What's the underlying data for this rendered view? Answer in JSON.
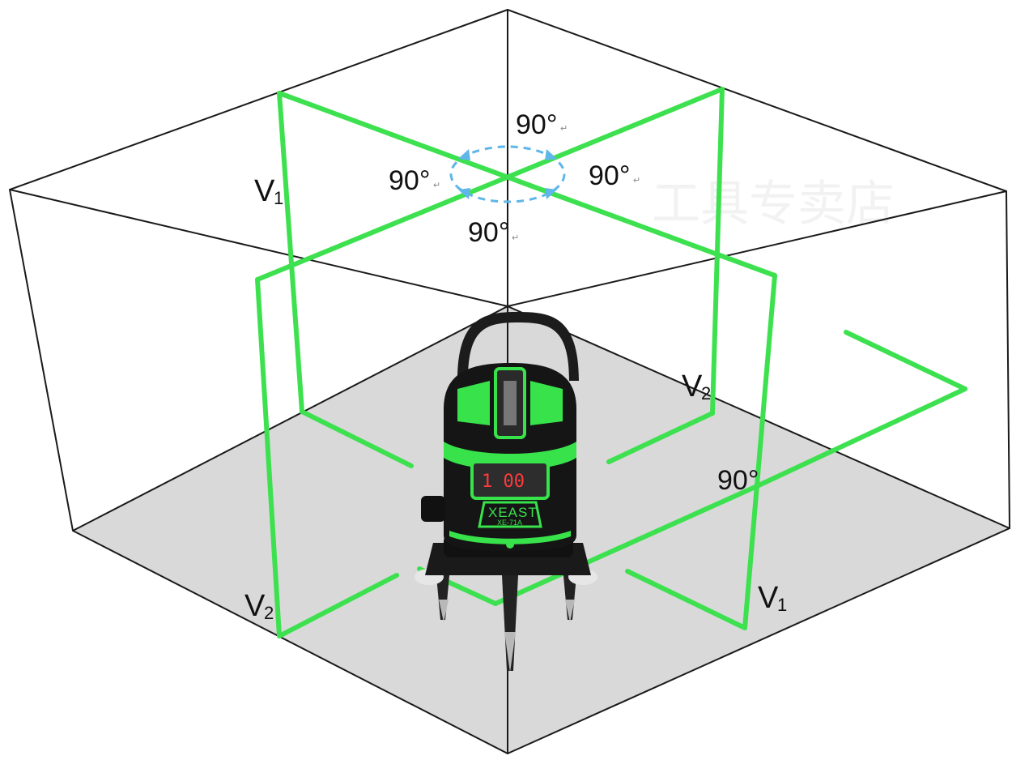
{
  "diagram": {
    "labels": {
      "angle_top": "90°",
      "angle_left": "90°",
      "angle_right": "90°",
      "angle_bottom": "90°",
      "angle_floor": "90°",
      "v1_left": "V",
      "v1_left_sub": "1",
      "v2_mid": "V",
      "v2_mid_sub": "2",
      "v2_bottom_left": "V",
      "v2_bottom_left_sub": "2",
      "v1_bottom_right": "V",
      "v1_bottom_right_sub": "1",
      "return_mark": "↵"
    },
    "watermark": "工具专卖店",
    "device": {
      "brand": "XEAST",
      "model": "XE-71A",
      "display": "1 00"
    },
    "colors": {
      "laser": "#3de14f",
      "arrow": "#5fb6e8",
      "floor": "#d9d9d9",
      "room_edge": "#1a1a1a",
      "device_body": "#151515",
      "device_accent": "#38e24a"
    }
  }
}
